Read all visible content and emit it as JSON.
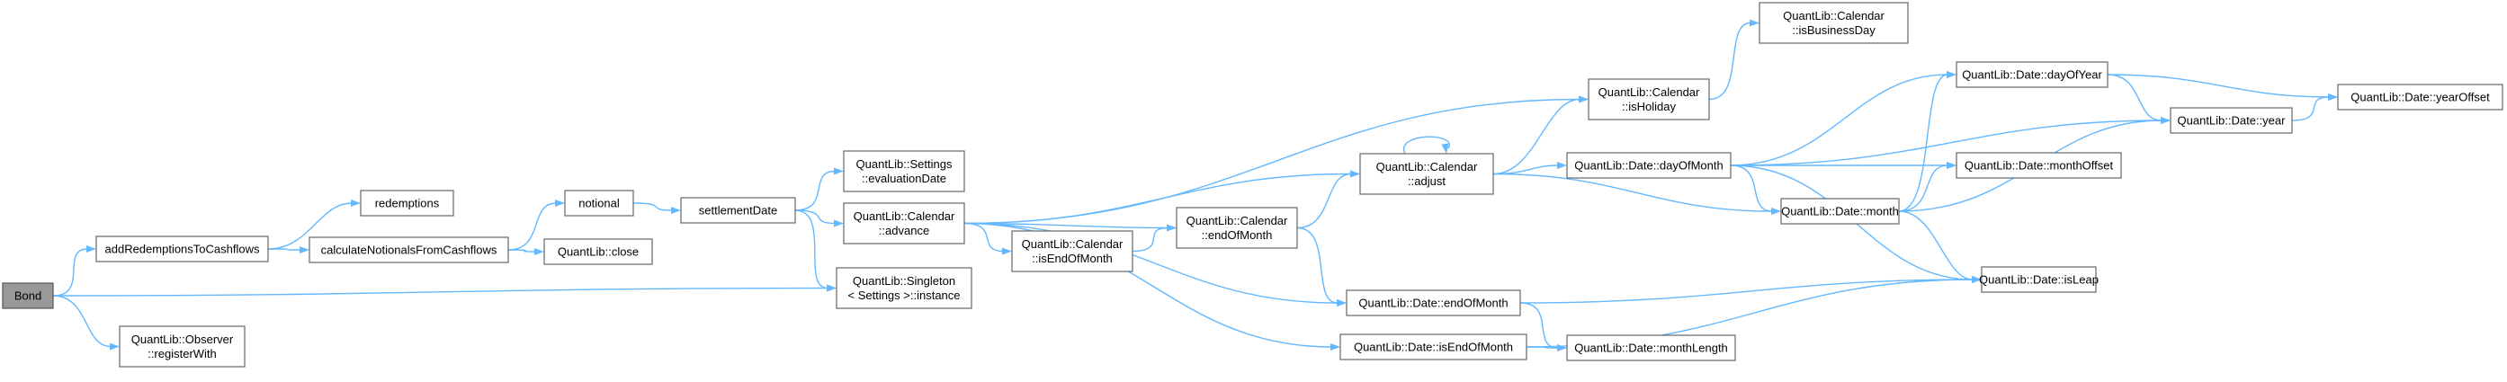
{
  "nodes": {
    "bond": [
      "Bond"
    ],
    "addRedemptions": [
      "addRedemptionsToCashflows"
    ],
    "registerWith": [
      "QuantLib::Observer",
      "::registerWith"
    ],
    "redemptions": [
      "redemptions"
    ],
    "calcNotionals": [
      "calculateNotionalsFromCashflows"
    ],
    "notional": [
      "notional"
    ],
    "close": [
      "QuantLib::close"
    ],
    "settlementDate": [
      "settlementDate"
    ],
    "evaluationDate": [
      "QuantLib::Settings",
      "::evaluationDate"
    ],
    "calAdvance": [
      "QuantLib::Calendar",
      "::advance"
    ],
    "singletonInstance": [
      "QuantLib::Singleton",
      "< Settings >::instance"
    ],
    "calIsEndOfMonth": [
      "QuantLib::Calendar",
      "::isEndOfMonth"
    ],
    "calEndOfMonth": [
      "QuantLib::Calendar",
      "::endOfMonth"
    ],
    "calAdjust": [
      "QuantLib::Calendar",
      "::adjust"
    ],
    "dateEndOfMonth": [
      "QuantLib::Date::endOfMonth"
    ],
    "dateIsEndOfMonth": [
      "QuantLib::Date::isEndOfMonth"
    ],
    "calIsBusinessDay": [
      "QuantLib::Calendar",
      "::isBusinessDay"
    ],
    "calIsHoliday": [
      "QuantLib::Calendar",
      "::isHoliday"
    ],
    "dayOfMonth": [
      "QuantLib::Date::dayOfMonth"
    ],
    "monthLength": [
      "QuantLib::Date::monthLength"
    ],
    "dayOfYear": [
      "QuantLib::Date::dayOfYear"
    ],
    "monthOffset": [
      "QuantLib::Date::monthOffset"
    ],
    "month": [
      "QuantLib::Date::month"
    ],
    "isLeap": [
      "QuantLib::Date::isLeap"
    ],
    "year": [
      "QuantLib::Date::year"
    ],
    "yearOffset": [
      "QuantLib::Date::yearOffset"
    ]
  },
  "edges": [
    [
      "bond",
      "addRedemptions"
    ],
    [
      "bond",
      "singletonInstance"
    ],
    [
      "bond",
      "registerWith"
    ],
    [
      "addRedemptions",
      "redemptions"
    ],
    [
      "addRedemptions",
      "calcNotionals"
    ],
    [
      "calcNotionals",
      "notional"
    ],
    [
      "calcNotionals",
      "close"
    ],
    [
      "notional",
      "settlementDate"
    ],
    [
      "settlementDate",
      "evaluationDate"
    ],
    [
      "settlementDate",
      "calAdvance"
    ],
    [
      "settlementDate",
      "singletonInstance"
    ],
    [
      "calAdvance",
      "calIsEndOfMonth"
    ],
    [
      "calAdvance",
      "calEndOfMonth"
    ],
    [
      "calAdvance",
      "calAdjust"
    ],
    [
      "calAdvance",
      "calIsHoliday"
    ],
    [
      "calAdvance",
      "dateEndOfMonth"
    ],
    [
      "calAdvance",
      "dateIsEndOfMonth"
    ],
    [
      "calIsEndOfMonth",
      "calEndOfMonth"
    ],
    [
      "calEndOfMonth",
      "calAdjust"
    ],
    [
      "calEndOfMonth",
      "dateEndOfMonth"
    ],
    [
      "calAdjust",
      "calAdjust"
    ],
    [
      "calAdjust",
      "calIsHoliday"
    ],
    [
      "calAdjust",
      "dayOfMonth"
    ],
    [
      "calAdjust",
      "month"
    ],
    [
      "calIsHoliday",
      "calIsBusinessDay"
    ],
    [
      "dateEndOfMonth",
      "monthLength"
    ],
    [
      "dateEndOfMonth",
      "isLeap"
    ],
    [
      "dateIsEndOfMonth",
      "monthLength"
    ],
    [
      "dateIsEndOfMonth",
      "isLeap"
    ],
    [
      "dayOfMonth",
      "dayOfYear"
    ],
    [
      "dayOfMonth",
      "year"
    ],
    [
      "dayOfMonth",
      "monthOffset"
    ],
    [
      "dayOfMonth",
      "month"
    ],
    [
      "dayOfMonth",
      "isLeap"
    ],
    [
      "month",
      "dayOfYear"
    ],
    [
      "month",
      "monthOffset"
    ],
    [
      "month",
      "year"
    ],
    [
      "month",
      "isLeap"
    ],
    [
      "dayOfYear",
      "year"
    ],
    [
      "dayOfYear",
      "yearOffset"
    ],
    [
      "year",
      "yearOffset"
    ]
  ],
  "colors": {
    "edge": "#63b8ff",
    "node_border": "#666666",
    "root_fill": "#999999"
  }
}
